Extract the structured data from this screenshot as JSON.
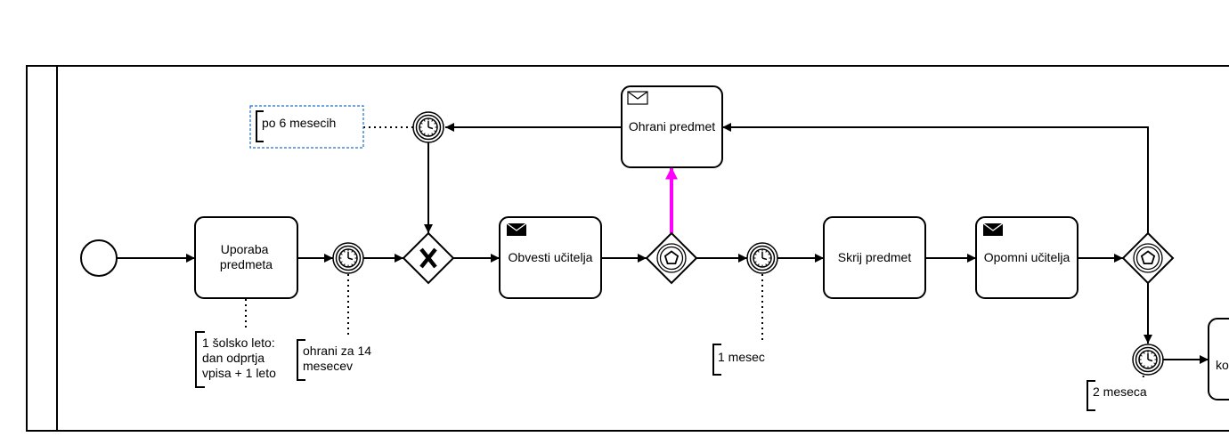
{
  "tasks": {
    "uporaba": [
      "Uporaba",
      "predmeta"
    ],
    "obvesti": [
      "Obvesti učitelja"
    ],
    "ohrani": [
      "Ohrani predmet"
    ],
    "skrij": [
      "Skrij predmet"
    ],
    "opomni": [
      "Opomni učitelja"
    ],
    "ko": [
      "ko"
    ]
  },
  "annotations": {
    "po6": [
      "po 6 mesecih"
    ],
    "solsko": [
      "1 šolsko leto:",
      "dan odprtja",
      "vpisa + 1 leto"
    ],
    "ohrani14": [
      "ohrani za 14",
      "mesecev"
    ],
    "mesec1": [
      "1 mesec"
    ],
    "meseca2": [
      "2 meseca"
    ]
  },
  "colors": {
    "stroke": "#000000",
    "highlight_flow": "#ff00ff",
    "selection_border": "#1f6fd1"
  },
  "icons": {
    "timer": "clock-icon",
    "message": "envelope-icon",
    "exclusive_gateway": "x-icon",
    "event_gateway": "pentagon-icon"
  }
}
